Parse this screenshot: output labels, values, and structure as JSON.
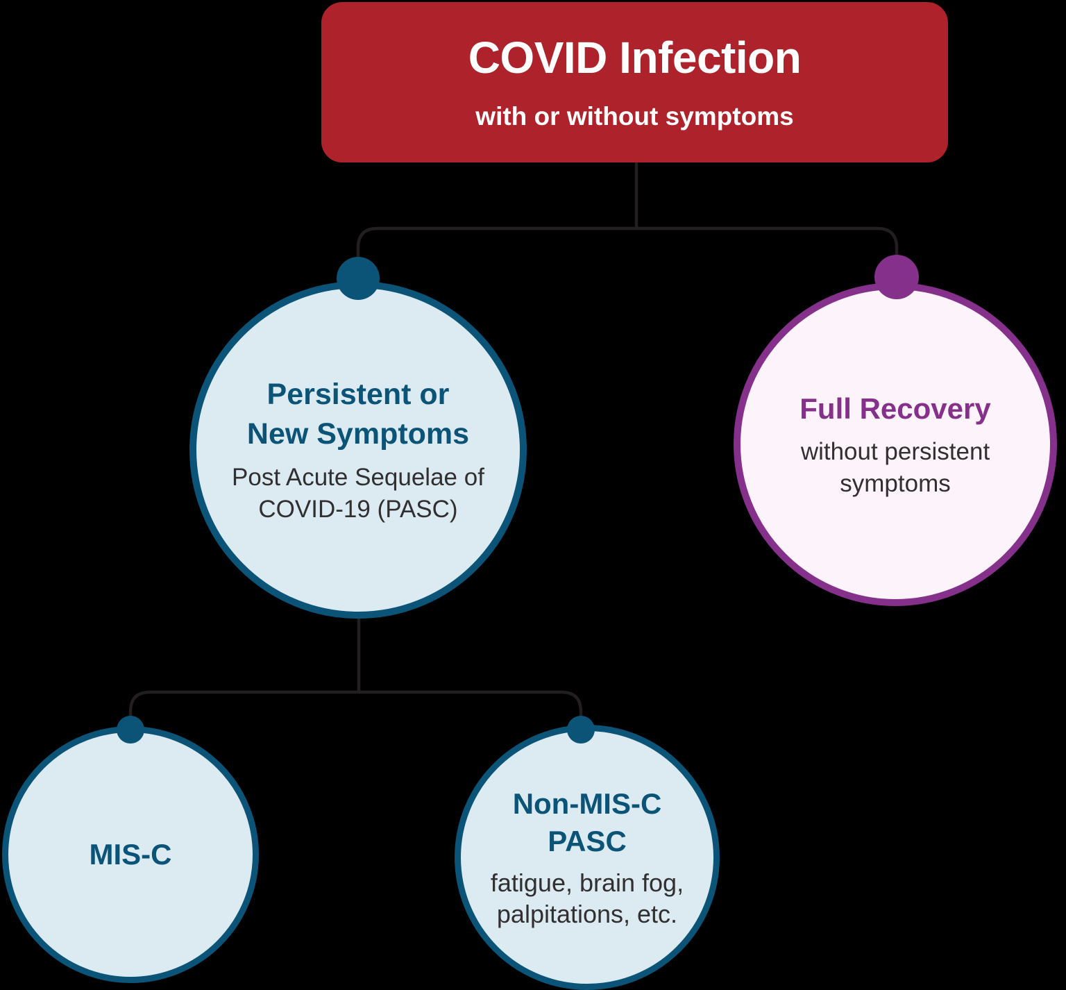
{
  "colors": {
    "page-bg": "#000000",
    "box-red": "#ae232b",
    "blue": "#0b5478",
    "blue-fill": "#dcebf1",
    "purple": "#85308a",
    "purple-fill": "#fdf4fb",
    "line": "#231f20",
    "text-dark": "#312f30",
    "text-white": "#ffffff"
  },
  "root_node": {
    "title": "COVID Infection",
    "subtitle": "with or without symptoms"
  },
  "nodes": {
    "persistent_symptoms": {
      "title_line1": "Persistent or",
      "title_line2": "New Symptoms",
      "body_line1": "Post Acute Sequelae of",
      "body_line2": "COVID-19 (PASC)"
    },
    "full_recovery": {
      "title": "Full Recovery",
      "body_line1": "without persistent",
      "body_line2": "symptoms"
    },
    "mis_c": {
      "title": "MIS-C"
    },
    "non_mis_c_pasc": {
      "title_line1": "Non-MIS-C",
      "title_line2": "PASC",
      "body_line1": "fatigue, brain fog,",
      "body_line2": "palpitations, etc."
    }
  }
}
